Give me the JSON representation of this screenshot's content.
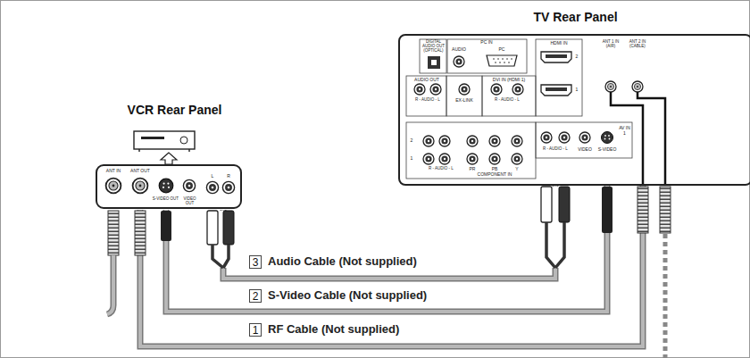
{
  "diagram": {
    "nodes": [
      {
        "text": [
          "VCR Rear Panel"
        ]
      },
      {
        "text": [
          "TV Rear Panel"
        ]
      }
    ],
    "edges": [
      {
        "from": 0,
        "to": 1,
        "arrow": "none",
        "label": "Audio Cable (Not supplied)"
      },
      {
        "from": 0,
        "to": 1,
        "arrow": "none",
        "label": "S-Video Cable (Not supplied)"
      },
      {
        "from": 0,
        "to": 1,
        "arrow": "none",
        "label": "RF Cable (Not supplied)"
      }
    ],
    "labels": [
      "DIGITAL AUDIO OUT (OPTICAL)",
      "PC IN",
      "AUDIO",
      "PC",
      "HDMI IN",
      "2",
      "1",
      "ANT 1 IN (AIR)",
      "ANT 2 IN (CABLE)",
      "AUDIO OUT",
      "R - AUDIO - L",
      "EX-LINK",
      "DVI IN (HDMI 1)",
      "R - AUDIO - L",
      "2",
      "1",
      "R - AUDIO - L",
      "PR",
      "PB",
      "Y",
      "COMPONENT IN",
      "R - AUDIO - L",
      "VIDEO",
      "S-VIDEO",
      "AV IN 1",
      "ANT IN",
      "ANT OUT",
      "S-VIDEO OUT",
      "VIDEO OUT",
      "L",
      "R",
      "3",
      "2",
      "1"
    ]
  }
}
